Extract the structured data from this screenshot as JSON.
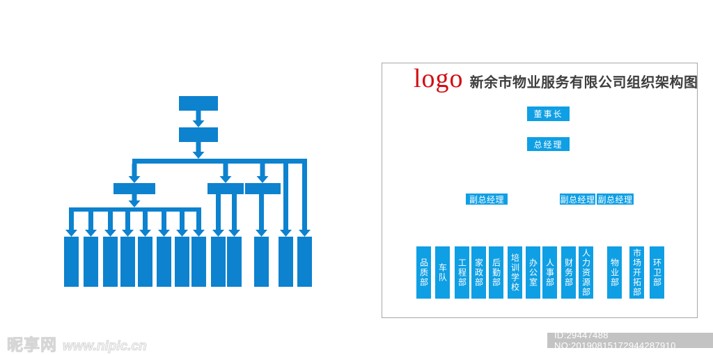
{
  "colors": {
    "left_chart_blue": "#0d82cf",
    "right_chart_blue": "#0f9fe4",
    "logo_red": "#d30d12",
    "badge_gray": "#c3c3c3",
    "panel_border_gray": "#a6a6a6"
  },
  "right_chart": {
    "logo_text": "logo",
    "title": "新余市物业服务有限公司组织架构图",
    "nodes": {
      "chairman": "董事长",
      "general_manager": "总经理",
      "deputy_1": "副总经理",
      "deputy_2": "副总经理",
      "deputy_3": "副总经理"
    },
    "departments": [
      "品质部",
      "车队",
      "工程部",
      "家政部",
      "后勤部",
      "培训学校",
      "办公室",
      "人事部",
      "财务部",
      "人力资源部",
      "物业部",
      "市场开拓部",
      "环卫部"
    ],
    "hierarchy": {
      "chairman": "董事长",
      "chairman_reports": [
        "总经理"
      ],
      "general_manager_reports": [
        "副总经理",
        "副总经理",
        "副总经理",
        "市场开拓部",
        "环卫部"
      ],
      "deputy_1_reports": [
        "品质部",
        "车队",
        "工程部",
        "家政部",
        "后勤部",
        "培训学校",
        "办公室",
        "人事部"
      ],
      "deputy_2_reports": [
        "财务部",
        "人力资源部"
      ],
      "deputy_3_reports": [
        "物业部"
      ]
    }
  },
  "left_chart": {
    "description": "unlabeled duplicate of the organization chart (blank blue boxes and arrows)"
  },
  "watermark": {
    "site_name": "昵享网",
    "site_url": "www.nipic.cn",
    "id_text": "ID:29447488 NO:20190815172944287910"
  }
}
